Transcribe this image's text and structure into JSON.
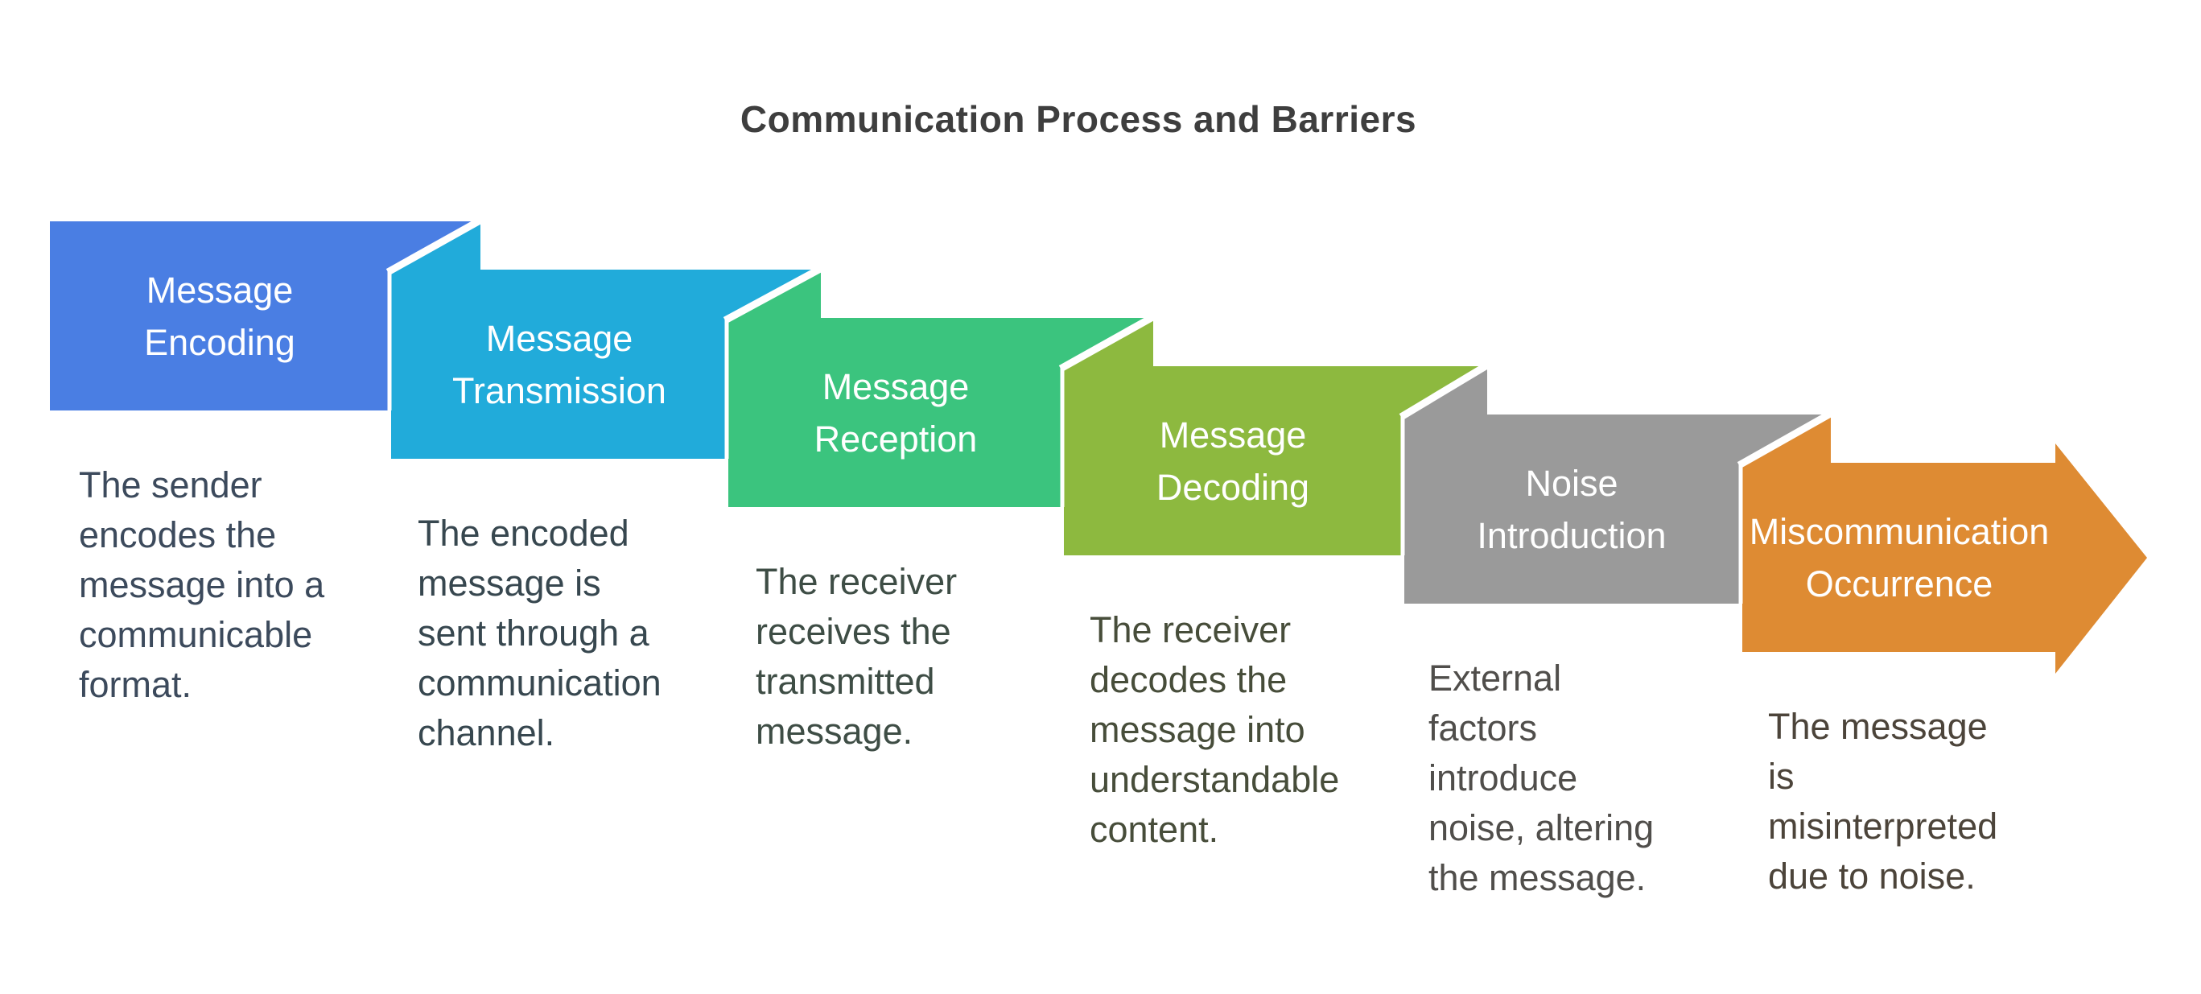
{
  "title": {
    "text": "Communication Process and Barriers",
    "color": "#3e3e3e"
  },
  "background": "#ffffff",
  "separator_color": "#ffffff",
  "label_color": "#ffffff",
  "steps": [
    {
      "label": [
        "Message",
        "Encoding"
      ],
      "color": "#4a7ee3",
      "description": [
        "The sender",
        "encodes the",
        "message into a",
        "communicable",
        "format."
      ],
      "description_color": "#3c4a5c"
    },
    {
      "label": [
        "Message",
        "Transmission"
      ],
      "color": "#21abda",
      "description": [
        "The encoded",
        "message is",
        "sent through a",
        "communication",
        "channel."
      ],
      "description_color": "#37474f"
    },
    {
      "label": [
        "Message",
        "Reception"
      ],
      "color": "#3bc47e",
      "description": [
        "The receiver",
        "receives the",
        "transmitted",
        "message."
      ],
      "description_color": "#3e4d45"
    },
    {
      "label": [
        "Message",
        "Decoding"
      ],
      "color": "#8db93f",
      "description": [
        "The receiver",
        "decodes the",
        "message into",
        "understandable",
        "content."
      ],
      "description_color": "#474d3a"
    },
    {
      "label": [
        "Noise",
        "Introduction"
      ],
      "color": "#9a9a9a",
      "description": [
        "External",
        "factors",
        "introduce",
        "noise, altering",
        "the message."
      ],
      "description_color": "#504e4b"
    },
    {
      "label": [
        "Miscommunication",
        "Occurrence"
      ],
      "color": "#de8b33",
      "description": [
        "The message",
        "is",
        "misinterpreted",
        "due to noise."
      ],
      "description_color": "#4c443a"
    }
  ]
}
